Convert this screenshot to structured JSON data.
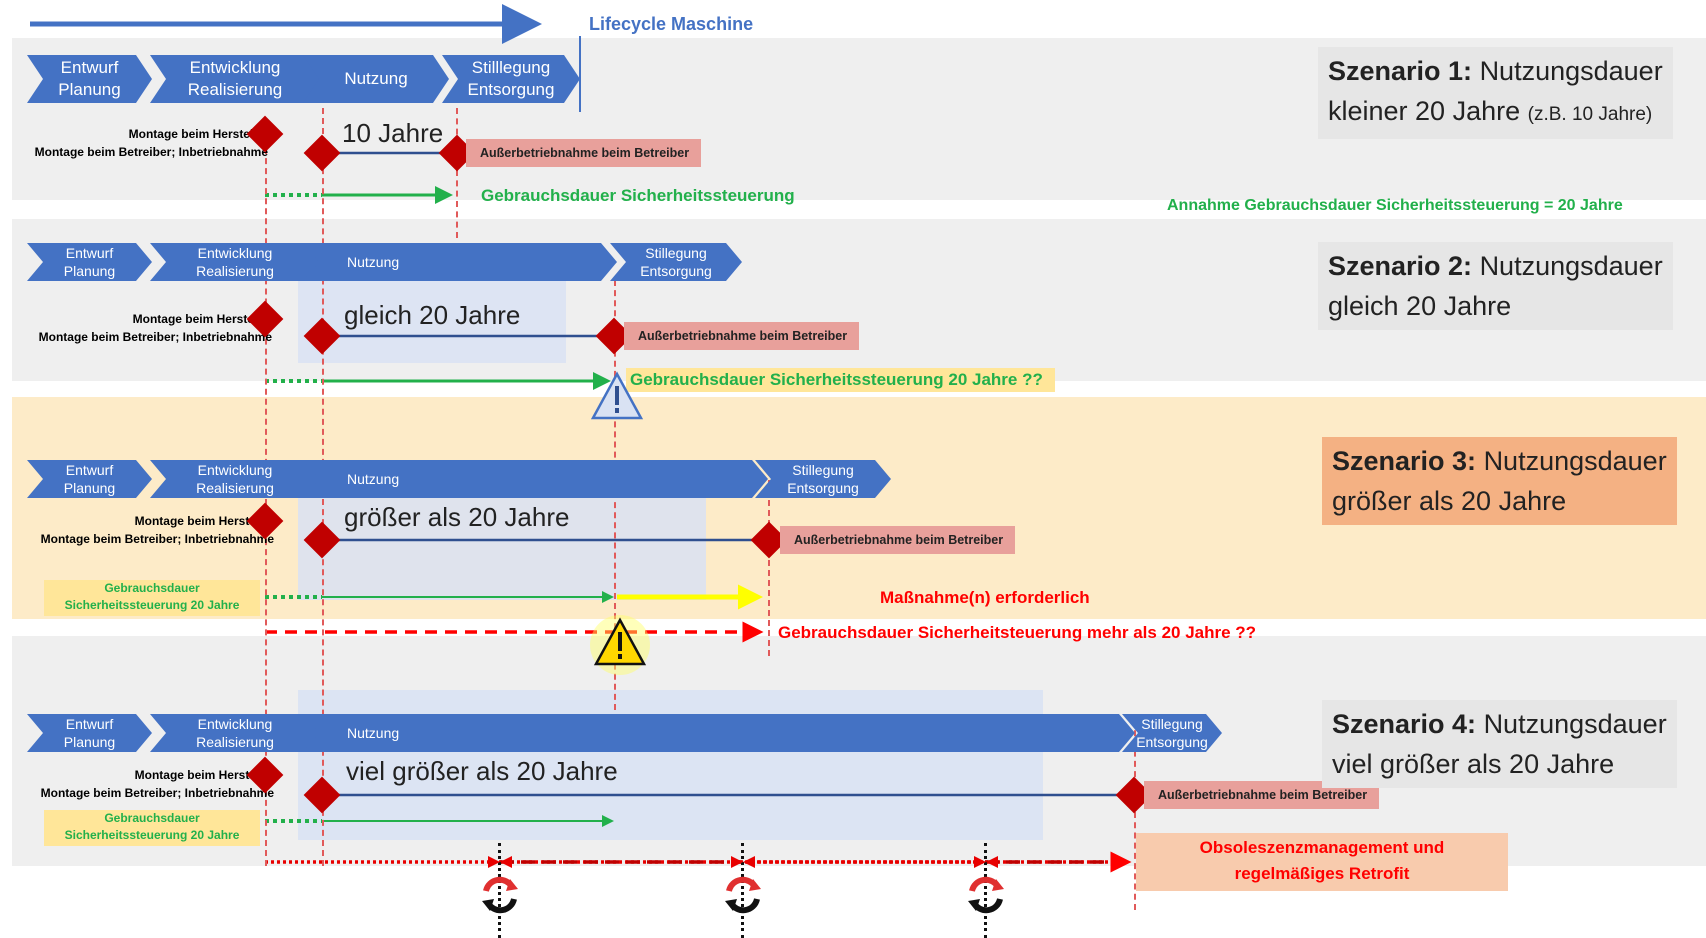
{
  "header": {
    "lifecycle_label": "Lifecycle Maschine"
  },
  "phases": {
    "entwurf": [
      "Entwurf",
      "Planung"
    ],
    "entwicklung": [
      "Entwicklung",
      "Realisierung"
    ],
    "nutzung": "Nutzung",
    "stilllegung_s1": [
      "Stilllegung",
      "Entsorgung"
    ],
    "stilllegung": [
      "Stillegung",
      "Entsorgung"
    ]
  },
  "milestones": {
    "montage_hersteller": "Montage beim Hersteller",
    "montage_betreiber": "Montage beim Betreiber; Inbetriebnahme",
    "ausserbetrieb": "Außerbetriebnahme beim Betreiber"
  },
  "scenario1": {
    "title_bold": "Szenario 1:",
    "title_rest": "Nutzungsdauer",
    "title_line2": "kleiner 20 Jahre",
    "title_note": "(z.B. 10 Jahre)",
    "duration": "10 Jahre",
    "gebrauchsdauer": "Gebrauchsdauer Sicherheitssteuerung",
    "annahme": "Annahme Gebrauchsdauer Sicherheitssteuerung = 20 Jahre"
  },
  "scenario2": {
    "title_bold": "Szenario 2:",
    "title_rest": "Nutzungsdauer",
    "title_line2": "gleich 20 Jahre",
    "duration": "gleich 20 Jahre",
    "gebrauchsdauer": "Gebrauchsdauer Sicherheitssteuerung 20 Jahre ??"
  },
  "scenario3": {
    "title_bold": "Szenario 3:",
    "title_rest": "Nutzungsdauer",
    "title_line2": "größer als 20 Jahre",
    "duration": "größer als 20 Jahre",
    "box_line1": "Gebrauchsdauer",
    "box_line2": "Sicherheitssteuerung 20 Jahre",
    "massnahme": "Maßnahme(n) erforderlich",
    "mehr": "Gebrauchsdauer Sicherheitsteuerung mehr als 20 Jahre ??"
  },
  "scenario4": {
    "title_bold": "Szenario 4:",
    "title_rest": "Nutzungsdauer",
    "title_line2": "viel größer als 20 Jahre",
    "duration": "viel größer als 20 Jahre",
    "box_line1": "Gebrauchsdauer",
    "box_line2": "Sicherheitssteuerung 20 Jahre",
    "obsoleszenz_line1": "Obsoleszenzmanagement und",
    "obsoleszenz_line2": "regelmäßiges Retrofit"
  },
  "colors": {
    "phase_blue": "#4472c4",
    "milestone_red": "#c00000",
    "usage_green": "#22b04b",
    "warning_red": "#ff0000",
    "band_gray": "#eeeeee",
    "band_orange": "#fdebc8"
  },
  "icons": [
    "warning-triangle-icon",
    "retrofit-cycle-icon"
  ]
}
